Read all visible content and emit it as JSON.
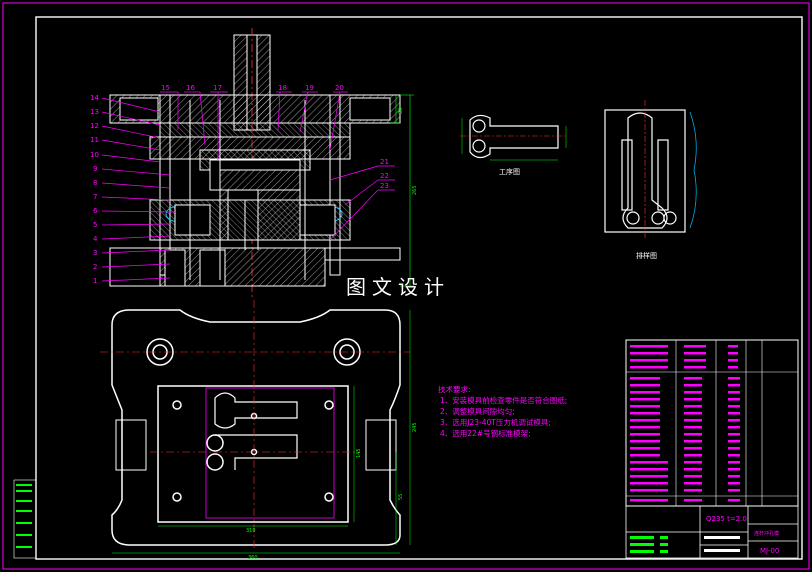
{
  "watermark": "图文设计",
  "callouts_left": [
    "14",
    "13",
    "12",
    "11",
    "10",
    "9",
    "8",
    "7",
    "6",
    "5",
    "4",
    "3",
    "2",
    "1"
  ],
  "callouts_top": [
    "15",
    "16",
    "17",
    "18",
    "19",
    "20"
  ],
  "callouts_right": [
    "21",
    "22",
    "23"
  ],
  "workpiece_label": "工序图",
  "layout_label": "排样图",
  "tech_req": {
    "title": "技术要求:",
    "items": [
      "1、安装模具前检查零件是否符合图纸;",
      "2、调整模具间隙均匀;",
      "3、选用J23-40T压力机调试模具;",
      "4、选用22#号钢标准模架;"
    ]
  },
  "material": "Q235  t=2.0",
  "part_name": "连杆冲孔模",
  "drawing_no": "MJ-00",
  "dims": {
    "plan_width": "310",
    "plan_outer": "360",
    "plan_height": "245",
    "plan_inner_h": "145",
    "plan_offset": "55",
    "front_total": "265",
    "front_top": "30"
  }
}
